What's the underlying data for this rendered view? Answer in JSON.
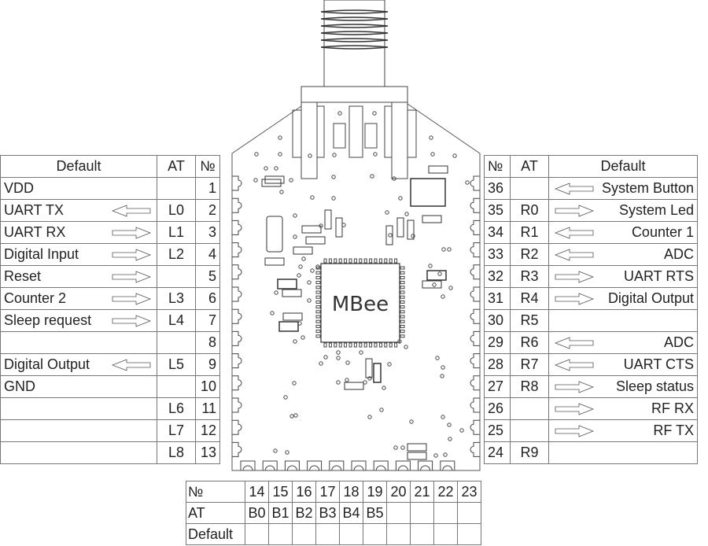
{
  "chip_label": "MBee",
  "left_table": {
    "headers": {
      "default": "Default",
      "at": "AT",
      "no": "№"
    },
    "rows": [
      {
        "default": "VDD",
        "at": "",
        "no": "1",
        "arrow": ""
      },
      {
        "default": "UART TX",
        "at": "L0",
        "no": "2",
        "arrow": "left"
      },
      {
        "default": "UART RX",
        "at": "L1",
        "no": "3",
        "arrow": "right"
      },
      {
        "default": "Digital Input",
        "at": "L2",
        "no": "4",
        "arrow": "right"
      },
      {
        "default": "Reset",
        "at": "",
        "no": "5",
        "arrow": "right"
      },
      {
        "default": "Counter 2",
        "at": "L3",
        "no": "6",
        "arrow": "right"
      },
      {
        "default": "Sleep request",
        "at": "L4",
        "no": "7",
        "arrow": "right"
      },
      {
        "default": "",
        "at": "",
        "no": "8",
        "arrow": ""
      },
      {
        "default": "Digital Output",
        "at": "L5",
        "no": "9",
        "arrow": "left"
      },
      {
        "default": "GND",
        "at": "",
        "no": "10",
        "arrow": ""
      },
      {
        "default": "",
        "at": "L6",
        "no": "11",
        "arrow": ""
      },
      {
        "default": "",
        "at": "L7",
        "no": "12",
        "arrow": ""
      },
      {
        "default": "",
        "at": "L8",
        "no": "13",
        "arrow": ""
      }
    ]
  },
  "right_table": {
    "headers": {
      "no": "№",
      "at": "AT",
      "default": "Default"
    },
    "rows": [
      {
        "no": "36",
        "at": "",
        "default": "System Button",
        "arrow": "left"
      },
      {
        "no": "35",
        "at": "R0",
        "default": "System Led",
        "arrow": "right"
      },
      {
        "no": "34",
        "at": "R1",
        "default": "Counter 1",
        "arrow": "left"
      },
      {
        "no": "33",
        "at": "R2",
        "default": "ADC",
        "arrow": "left"
      },
      {
        "no": "32",
        "at": "R3",
        "default": "UART RTS",
        "arrow": "right"
      },
      {
        "no": "31",
        "at": "R4",
        "default": "Digital Output",
        "arrow": "right"
      },
      {
        "no": "30",
        "at": "R5",
        "default": "",
        "arrow": ""
      },
      {
        "no": "29",
        "at": "R6",
        "default": "ADC",
        "arrow": "left"
      },
      {
        "no": "28",
        "at": "R7",
        "default": "UART CTS",
        "arrow": "left"
      },
      {
        "no": "27",
        "at": "R8",
        "default": "Sleep status",
        "arrow": "right"
      },
      {
        "no": "26",
        "at": "",
        "default": "RF RX",
        "arrow": "right"
      },
      {
        "no": "25",
        "at": "",
        "default": "RF TX",
        "arrow": "right"
      },
      {
        "no": "24",
        "at": "R9",
        "default": "",
        "arrow": ""
      }
    ]
  },
  "bottom_table": {
    "row_labels": {
      "no": "№",
      "at": "AT",
      "default": "Default"
    },
    "columns": [
      {
        "no": "14",
        "at": "B0",
        "default": ""
      },
      {
        "no": "15",
        "at": "B1",
        "default": ""
      },
      {
        "no": "16",
        "at": "B2",
        "default": ""
      },
      {
        "no": "17",
        "at": "B3",
        "default": ""
      },
      {
        "no": "18",
        "at": "B4",
        "default": ""
      },
      {
        "no": "19",
        "at": "B5",
        "default": ""
      },
      {
        "no": "20",
        "at": "",
        "default": ""
      },
      {
        "no": "21",
        "at": "",
        "default": ""
      },
      {
        "no": "22",
        "at": "",
        "default": ""
      },
      {
        "no": "23",
        "at": "",
        "default": ""
      }
    ]
  }
}
